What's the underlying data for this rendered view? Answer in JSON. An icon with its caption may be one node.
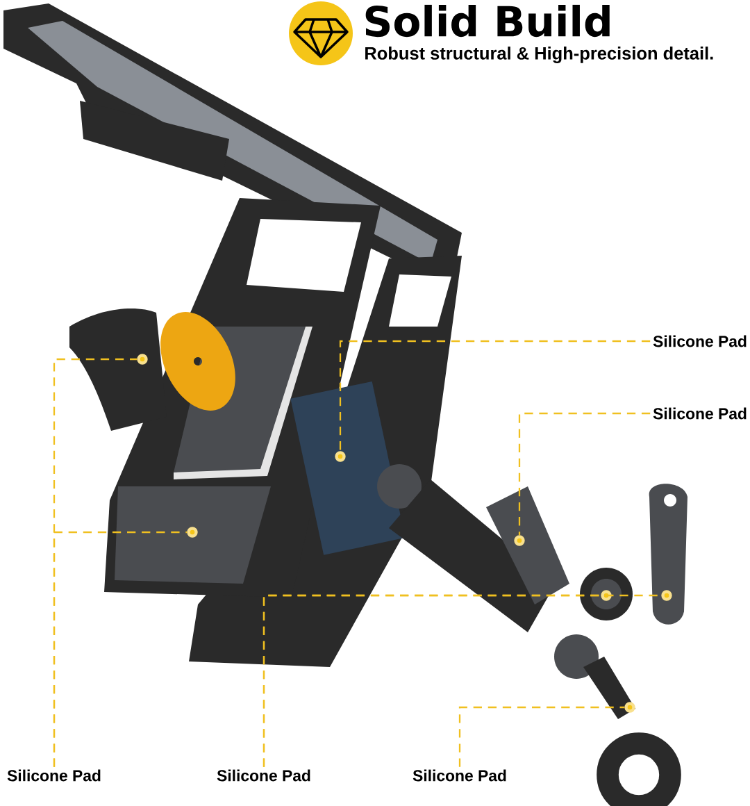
{
  "diagram": {
    "title": "Solid Build",
    "nodes": [
      {
        "text": [
          "Silicone Pad"
        ]
      },
      {
        "text": [
          "Silicone Pad"
        ]
      },
      {
        "text": [],
        "shape": "circle"
      },
      {
        "text": [],
        "shape": "circle"
      },
      {
        "text": [],
        "shape": "circle"
      },
      {
        "text": [],
        "shape": "circle"
      },
      {
        "text": [],
        "shape": "circle"
      },
      {
        "text": [],
        "shape": "circle"
      },
      {
        "text": [],
        "shape": "circle"
      },
      {
        "text": [
          "Silicone Pad"
        ]
      },
      {
        "text": [
          "Silicone Pad"
        ]
      },
      {
        "text": [
          "Silicone Pad"
        ]
      }
    ],
    "edges": [
      {
        "from": 0,
        "to": 3,
        "arrow": "none",
        "style": "dashed"
      },
      {
        "from": 1,
        "to": 5,
        "arrow": "none",
        "style": "dashed"
      },
      {
        "from": 9,
        "to": 2,
        "arrow": "none",
        "style": "dashed"
      },
      {
        "from": 9,
        "to": 4,
        "arrow": "none",
        "style": "dashed"
      },
      {
        "from": 10,
        "to": 6,
        "arrow": "none",
        "style": "dashed"
      },
      {
        "from": 10,
        "to": 7,
        "arrow": "none",
        "style": "dashed"
      },
      {
        "from": 11,
        "to": 8,
        "arrow": "none",
        "style": "dashed"
      }
    ],
    "labels": [
      "Robust structural & High-precision detail."
    ]
  }
}
